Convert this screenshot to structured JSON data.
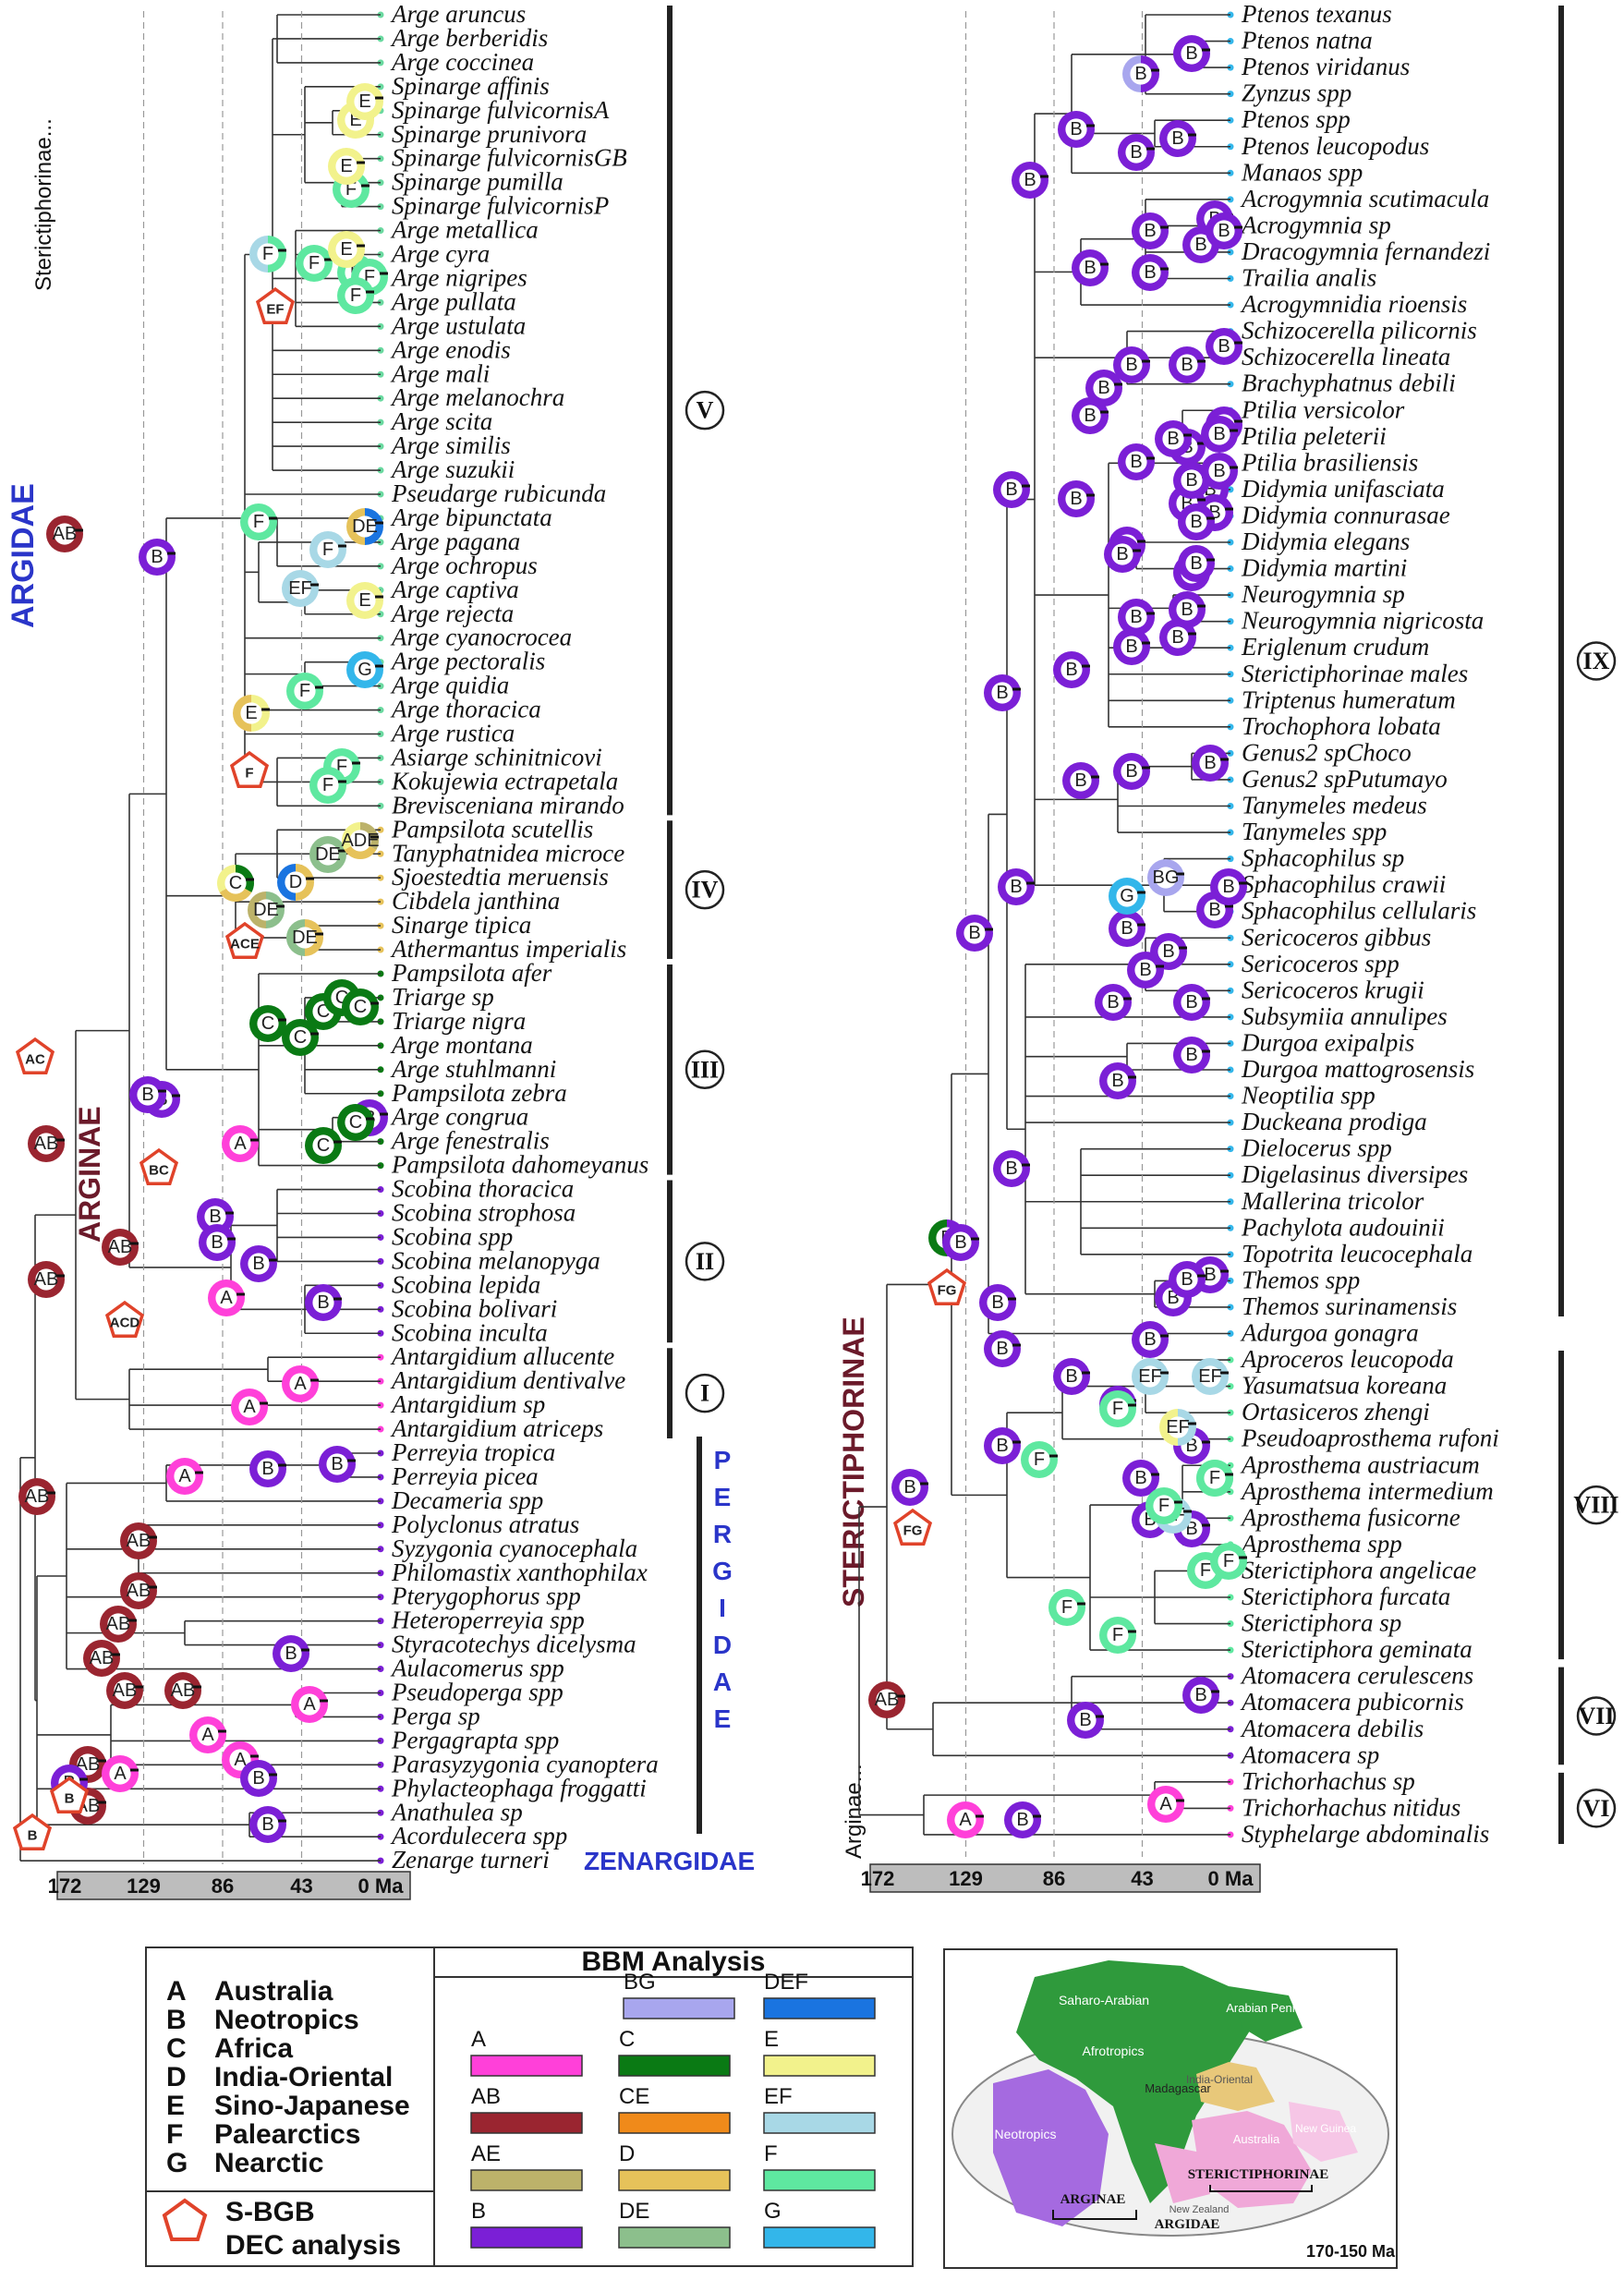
{
  "families": {
    "argidae": "ARGIDAE",
    "arginae": "ARGINAE",
    "sterictiphorinae": "STERICTIPHORINAE",
    "pergidae": "PERGIDAE",
    "zenargidae": "ZENARGIDAE"
  },
  "stub_labels": {
    "left": "Sterictiphorinae...",
    "right": "Arginae..."
  },
  "left_tree": {
    "taxa": [
      "Arge aruncus",
      "Arge berberidis",
      "Arge coccinea",
      "Spinarge affinis",
      "Spinarge fulvicornisA",
      "Spinarge prunivora",
      "Spinarge fulvicornisGB",
      "Spinarge pumilla",
      "Spinarge fulvicornisP",
      "Arge metallica",
      "Arge cyra",
      "Arge nigripes",
      "Arge pullata",
      "Arge ustulata",
      "Arge enodis",
      "Arge mali",
      "Arge melanochra",
      "Arge scita",
      "Arge similis",
      "Arge suzukii",
      "Pseudarge rubicunda",
      "Arge bipunctata",
      "Arge pagana",
      "Arge ochropus",
      "Arge captiva",
      "Arge rejecta",
      "Arge cyanocrocea",
      "Arge pectoralis",
      "Arge quidia",
      "Arge thoracica",
      "Arge rustica",
      "Asiarge schinitnicovi",
      "Kokujewia ectrapetala",
      "Brevisceniana mirando",
      "Pampsilota scutellis",
      "Tanyphatnidea microce",
      "Sjoestedtia meruensis",
      "Cibdela janthina",
      "Sinarge tipica",
      "Athermantus imperialis",
      "Pampsilota afer",
      "Triarge sp",
      "Triarge nigra",
      "Arge montana",
      "Arge stuhlmanni",
      "Pampsilota zebra",
      "Arge congrua",
      "Arge fenestralis",
      "Pampsilota dahomeyanus",
      "Scobina thoracica",
      "Scobina strophosa",
      "Scobina spp",
      "Scobina melanopyga",
      "Scobina lepida",
      "Scobina bolivari",
      "Scobina inculta",
      "Antargidium allucente",
      "Antargidium dentivalve",
      "Antargidium sp",
      "Antargidium atriceps",
      "Perreyia tropica",
      "Perreyia picea",
      "Decameria spp",
      "Polyclonus atratus",
      "Syzygonia cyanocephala",
      "Philomastix xanthophilax",
      "Pterygophorus spp",
      "Heteroperreyia spp",
      "Styracotechys dicelysma",
      "Aulacomerus spp",
      "Pseudoperga spp",
      "Perga sp",
      "Pergagrapta spp",
      "Parasyzygonia cyanoptera",
      "Phylacteophaga froggatti",
      "Anathulea sp",
      "Acordulecera spp",
      "Zenarge turneri"
    ],
    "clades": [
      {
        "label": "V",
        "from": 0,
        "to": 33
      },
      {
        "label": "IV",
        "from": 34,
        "to": 39
      },
      {
        "label": "III",
        "from": 40,
        "to": 48
      },
      {
        "label": "II",
        "from": 49,
        "to": 55
      },
      {
        "label": "I",
        "from": 56,
        "to": 59
      }
    ],
    "axis": [
      "172",
      "129",
      "86",
      "43",
      "0 Ma"
    ]
  },
  "right_tree": {
    "taxa": [
      "Ptenos texanus",
      "Ptenos natna",
      "Ptenos viridanus",
      "Zynzus spp",
      "Ptenos spp",
      "Ptenos leucopodus",
      "Manaos spp",
      "Acrogymnia scutimacula",
      "Acrogymnia sp",
      "Dracogymnia fernandezi",
      "Trailia analis",
      "Acrogymnidia rioensis",
      "Schizocerella pilicornis",
      "Schizocerella lineata",
      "Brachyphatnus debili",
      "Ptilia versicolor",
      "Ptilia peleterii",
      "Ptilia brasiliensis",
      "Didymia unifasciata",
      "Didymia connurasae",
      "Didymia elegans",
      "Didymia martini",
      "Neurogymnia sp",
      "Neurogymnia nigricosta",
      "Eriglenum crudum",
      "Sterictiphorinae males",
      "Triptenus humeratum",
      "Trochophora lobata",
      "Genus2 spChoco",
      "Genus2 spPutumayo",
      "Tanymeles medeus",
      "Tanymeles spp",
      "Sphacophilus sp",
      "Sphacophilus crawii",
      "Sphacophilus cellularis",
      "Sericoceros gibbus",
      "Sericoceros spp",
      "Sericoceros krugii",
      "Subsymiia annulipes",
      "Durgoa exipalpis",
      "Durgoa mattogrosensis",
      "Neoptilia spp",
      "Duckeana prodiga",
      "Dielocerus spp",
      "Digelasinus diversipes",
      "Mallerina tricolor",
      "Pachylota audouinii",
      "Topotrita leucocephala",
      "Themos spp",
      "Themos surinamensis",
      "Adurgoa gonagra",
      "Aproceros leucopoda",
      "Yasumatsua koreana",
      "Ortasiceros zhengi",
      "Pseudoaprosthema rufoni",
      "Aprosthema austriacum",
      "Aprosthema intermedium",
      "Aprosthema fusicorne",
      "Aprosthema spp",
      "Sterictiphora angelicae",
      "Sterictiphora furcata",
      "Sterictiphora sp",
      "Sterictiphora geminata",
      "Atomacera cerulescens",
      "Atomacera pubicornis",
      "Atomacera debilis",
      "Atomacera sp",
      "Trichorhachus sp",
      "Trichorhachus nitidus",
      "Styphelarge abdominalis"
    ],
    "clades": [
      {
        "label": "IX",
        "from": 0,
        "to": 49
      },
      {
        "label": "VIII",
        "from": 51,
        "to": 62
      },
      {
        "label": "VII",
        "from": 63,
        "to": 66
      },
      {
        "label": "VI",
        "from": 67,
        "to": 69
      }
    ],
    "axis": [
      "172",
      "129",
      "86",
      "43",
      "0 Ma"
    ]
  },
  "colors": {
    "A": "#ff40d9",
    "B": "#7b1fd6",
    "C": "#0a7a14",
    "D": "#e6c25a",
    "E": "#f2f28c",
    "F": "#5ee8a0",
    "G": "#33b6ea",
    "AB": "#9a2530",
    "AE": "#bcb26a",
    "BG": "#a8a6ee",
    "CE": "#f08a1a",
    "DE": "#8cbf8c",
    "DEF": "#1a74e0",
    "EF": "#a8d8e6"
  },
  "legend": {
    "areas": [
      {
        "code": "A",
        "name": "Australia"
      },
      {
        "code": "B",
        "name": "Neotropics"
      },
      {
        "code": "C",
        "name": "Africa"
      },
      {
        "code": "D",
        "name": "India-Oriental"
      },
      {
        "code": "E",
        "name": "Sino-Japanese"
      },
      {
        "code": "F",
        "name": "Palearctics"
      },
      {
        "code": "G",
        "name": "Nearctic"
      }
    ],
    "bbm_title": "BBM Analysis",
    "swatches": [
      "BG",
      "DEF",
      "A",
      "C",
      "E",
      "AB",
      "CE",
      "EF",
      "AE",
      "D",
      "F",
      "B",
      "DE",
      "G"
    ],
    "dec_line1": "S-BGB",
    "dec_line2": "DEC analysis"
  },
  "map": {
    "labels": [
      "Saharo-Arabian",
      "Arabian Peninsula",
      "Afrotropics",
      "Madagascar",
      "India-Oriental",
      "Neotropics",
      "Australia",
      "New Guinea",
      "New Zealand"
    ],
    "group_labels": [
      "ARGINAE",
      "STERICTIPHORINAE",
      "ARGIDAE"
    ],
    "time": "170-150 Ma"
  }
}
